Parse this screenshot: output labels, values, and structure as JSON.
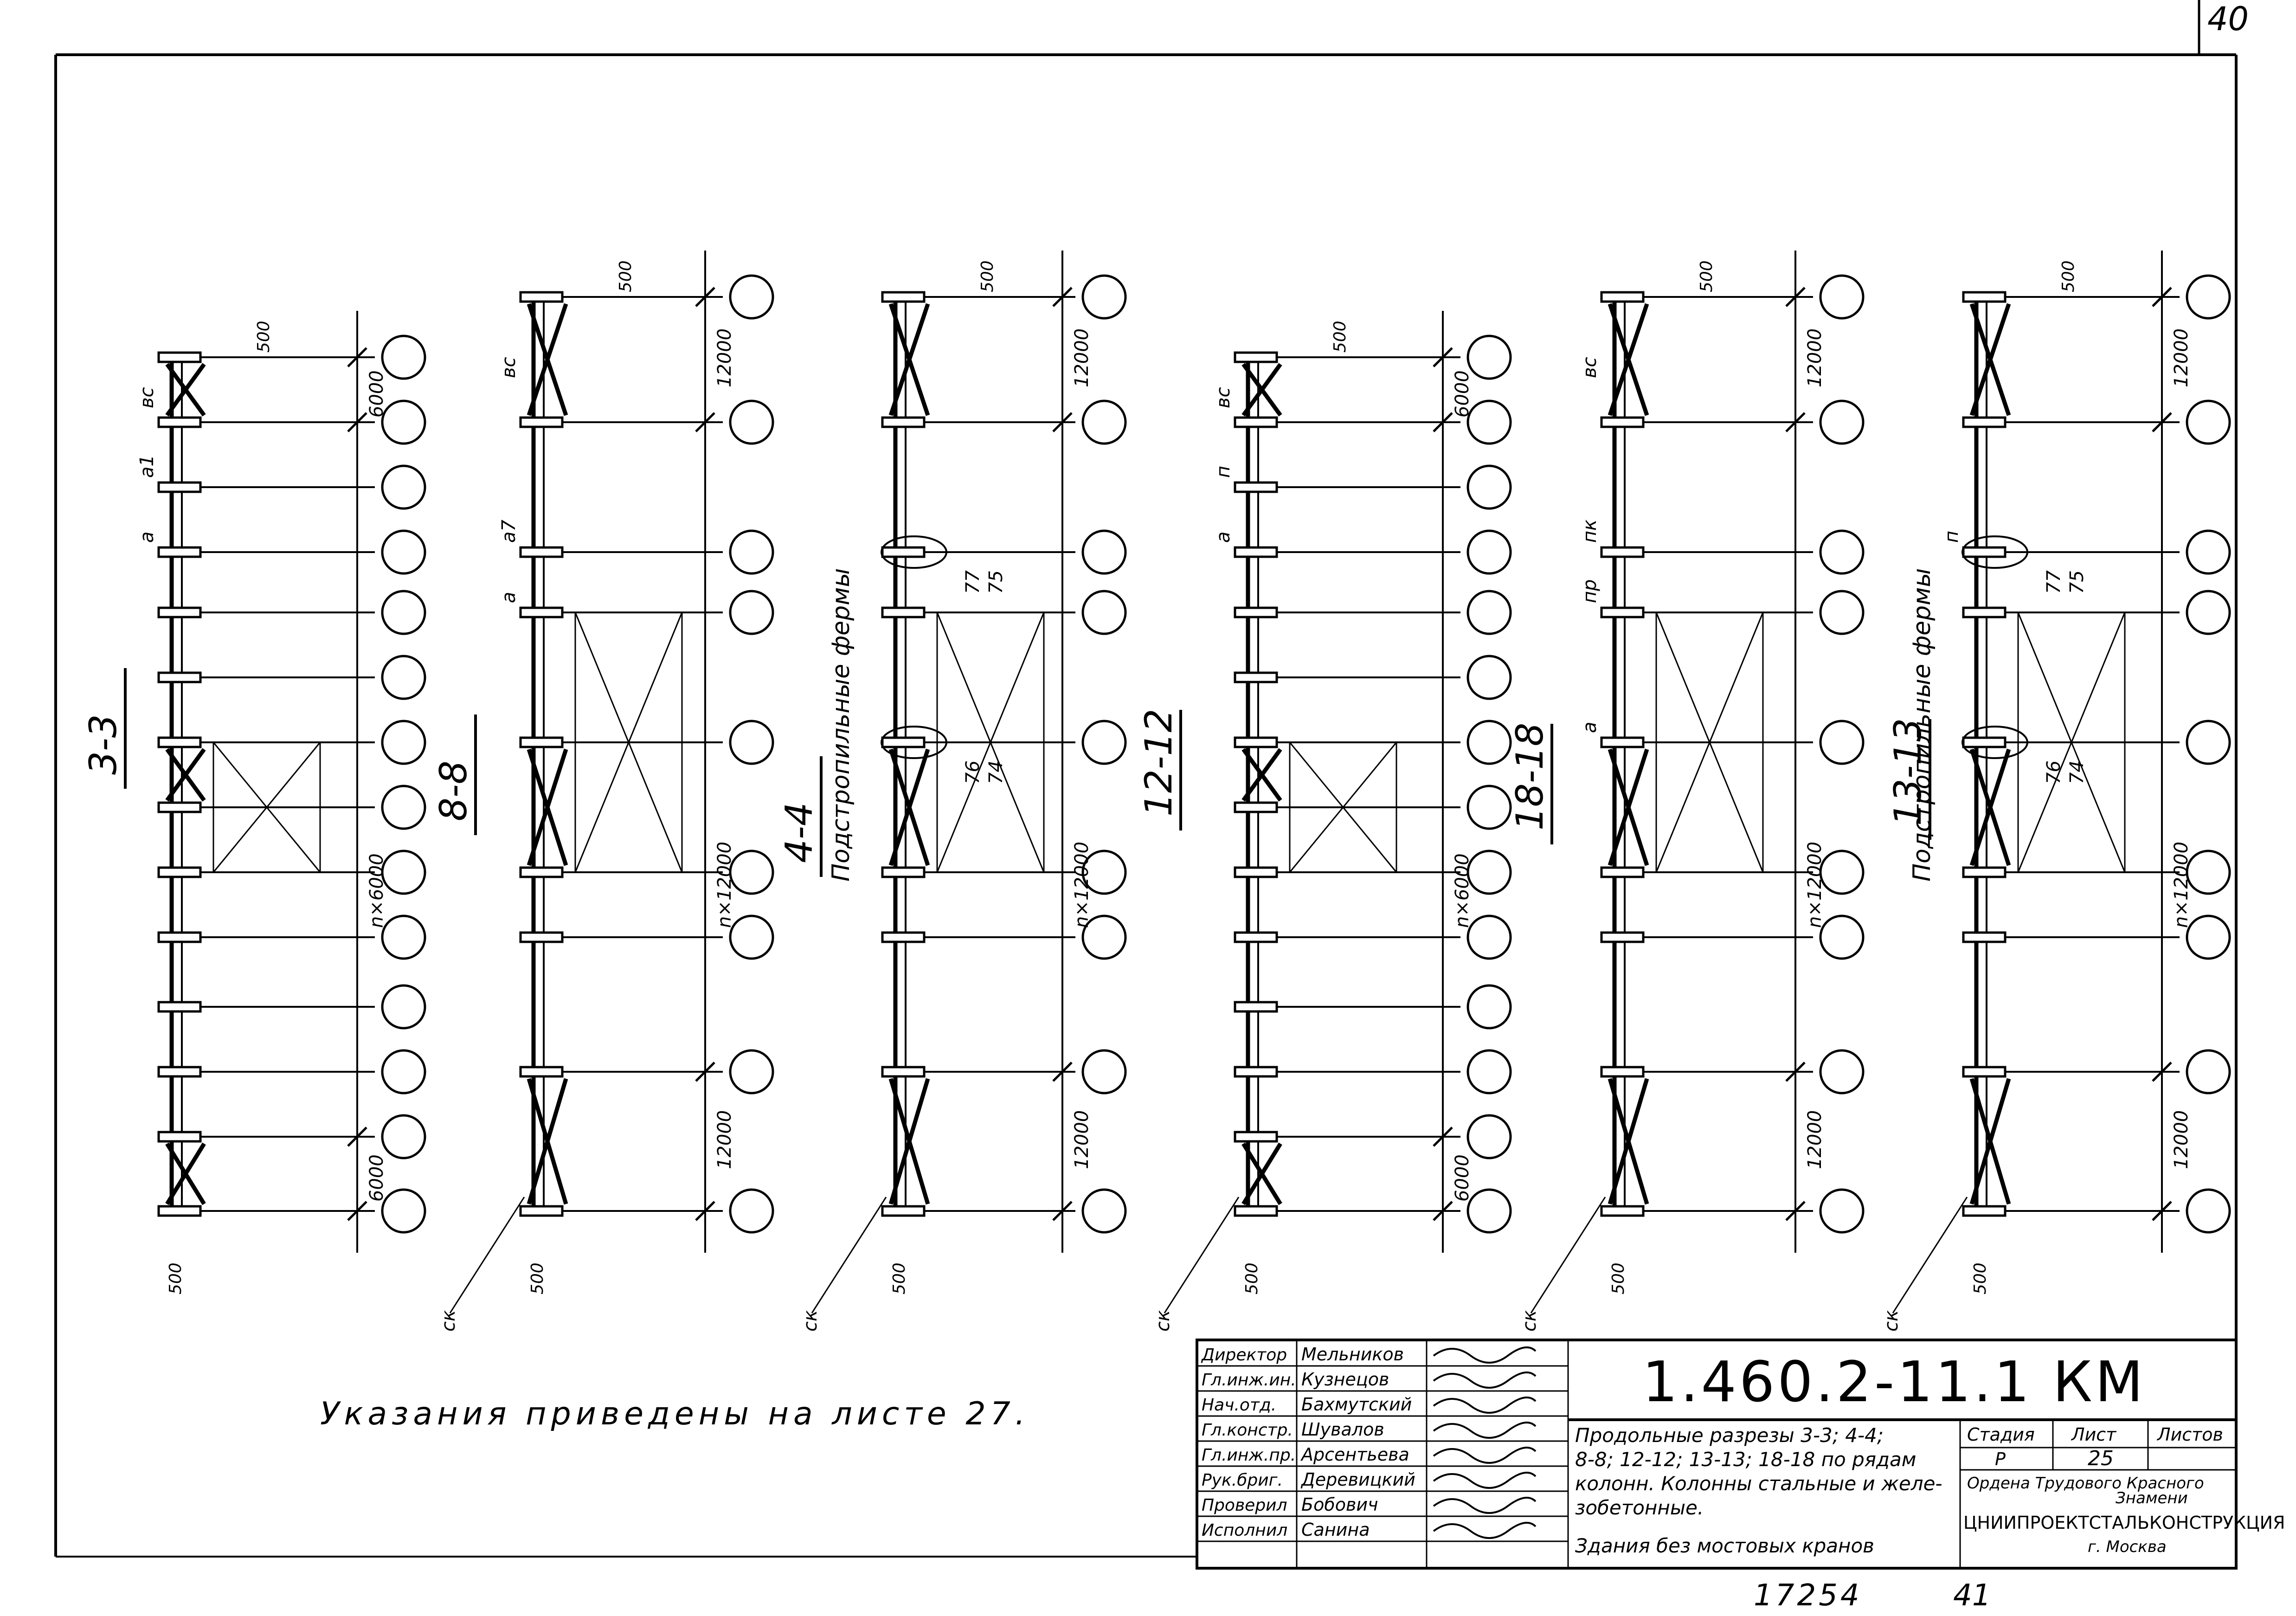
{
  "sheet": {
    "corner_number": "40",
    "note": "Указания приведены на листе 27.",
    "inventory_number": "17254",
    "page_number": "41"
  },
  "sections": [
    {
      "label": "3-3",
      "spacing": "n×6000",
      "end_span": "6000",
      "offset": "500",
      "brace": "вс",
      "panel_labels": [
        "а1",
        "а"
      ]
    },
    {
      "label": "8-8",
      "spacing": "n×12000",
      "end_span": "12000",
      "offset": "500",
      "brace": "вс",
      "panel_labels": [
        "а7",
        "а"
      ],
      "marker": "ск"
    },
    {
      "label": "4-4",
      "spacing": "n×12000",
      "end_span": "12000",
      "offset": "500",
      "marker": "ск",
      "truss_callout_top": [
        "77",
        "75"
      ],
      "truss_callout_mid": [
        "76",
        "74"
      ],
      "truss_label": "Подстропильные фермы"
    },
    {
      "label": "12-12",
      "spacing": "n×6000",
      "end_span": "6000",
      "offset": "500",
      "brace": "вс",
      "panel_labels": [
        "п",
        "а"
      ],
      "marker": "ск"
    },
    {
      "label": "18-18",
      "spacing": "n×12000",
      "end_span": "12000",
      "offset": "500",
      "brace": "вс",
      "panel_labels": [
        "пк",
        "пр",
        "а"
      ],
      "marker": "ск"
    },
    {
      "label": "13-13",
      "spacing": "n×12000",
      "end_span": "12000",
      "offset": "500",
      "marker": "ск",
      "panel_labels": [
        "п"
      ],
      "truss_callout_top": [
        "77",
        "75"
      ],
      "truss_callout_mid": [
        "76",
        "74"
      ],
      "truss_label": "Подстропильные фермы"
    }
  ],
  "title_block": {
    "rows": [
      {
        "role": "Директор",
        "name": "Мельников"
      },
      {
        "role": "Гл.инж.ин.",
        "name": "Кузнецов"
      },
      {
        "role": "Нач.отд.",
        "name": "Бахмутский"
      },
      {
        "role": "Гл.констр.",
        "name": "Шувалов"
      },
      {
        "role": "Гл.инж.пр.",
        "name": "Арсентьева"
      },
      {
        "role": "Рук.бриг.",
        "name": "Деревицкий"
      },
      {
        "role": "Проверил",
        "name": "Бобович"
      },
      {
        "role": "Исполнил",
        "name": "Санина"
      }
    ],
    "doc_code": "1.460.2-11.1 КМ",
    "description_lines": [
      "Продольные разрезы 3-3; 4-4;",
      "8-8; 12-12; 13-13; 18-18 по рядам",
      "колонн. Колонны стальные и желе-",
      "зобетонные.",
      "Здания без мостовых кранов"
    ],
    "stage_label": "Стадия",
    "sheet_label": "Лист",
    "sheets_label": "Листов",
    "stage_value": "Р",
    "sheet_value": "25",
    "org_line1": "Ордена Трудового Красного",
    "org_line2": "Знамени",
    "org_name": "ЦНИИПРОЕКТСТАЛЬКОНСТРУКЦИЯ",
    "city": "г. Москва"
  }
}
